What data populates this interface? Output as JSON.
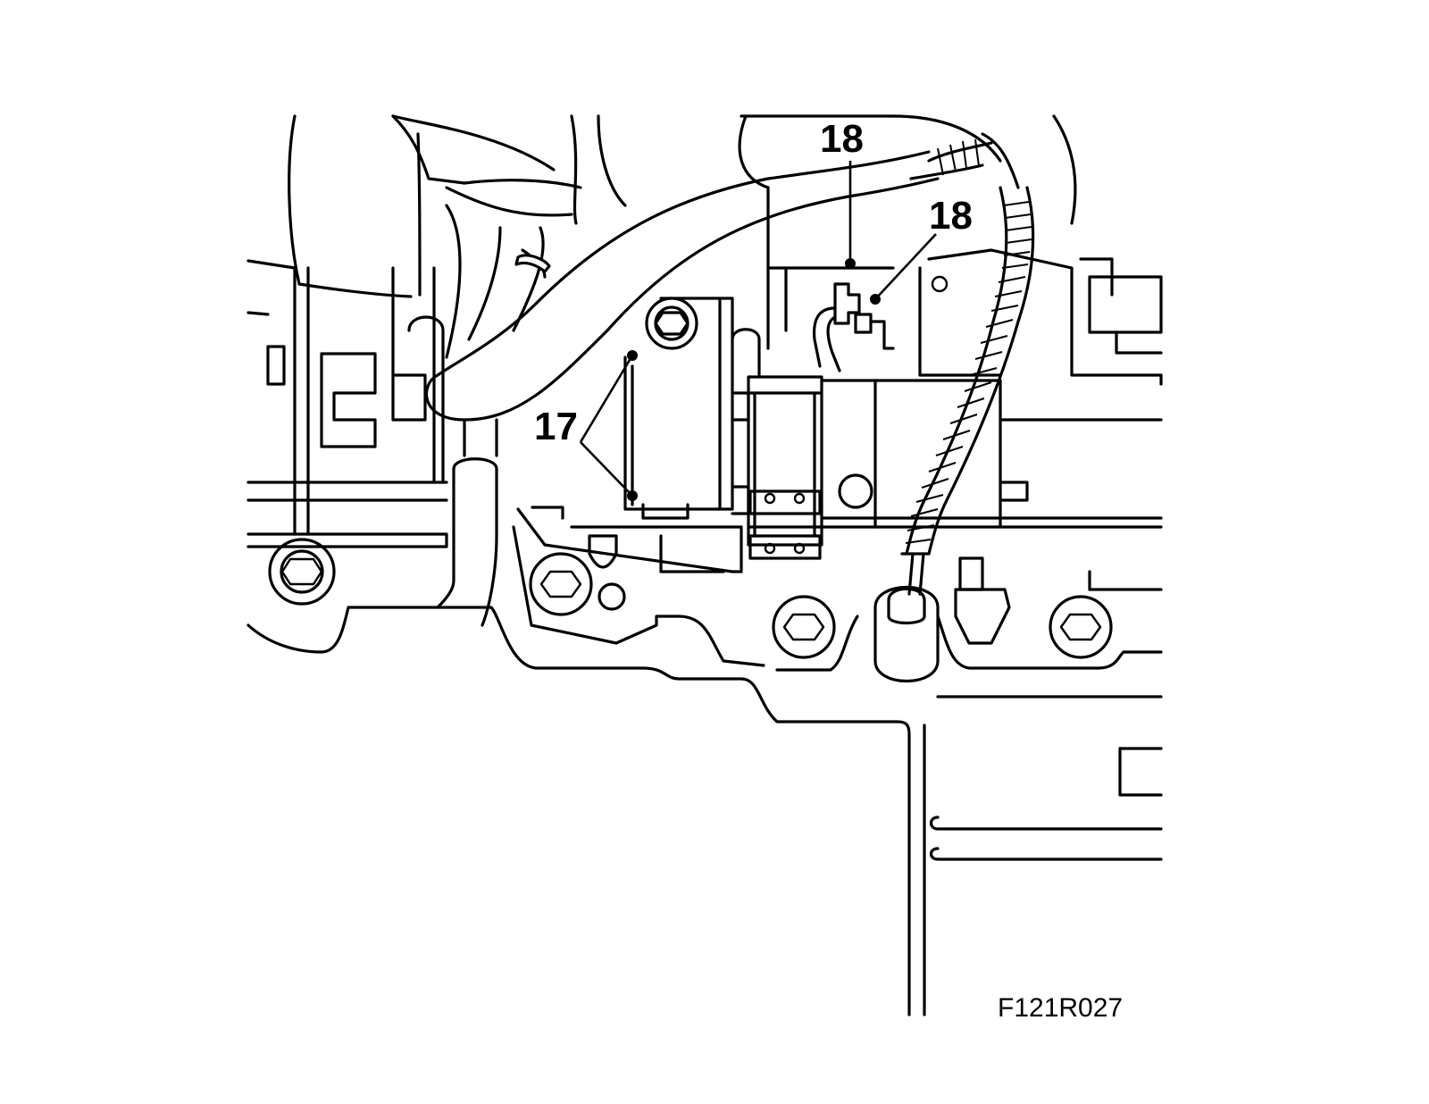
{
  "figure": {
    "id": "F121R027"
  },
  "callouts": [
    {
      "label": "17"
    },
    {
      "label": "18"
    },
    {
      "label": "18"
    }
  ]
}
